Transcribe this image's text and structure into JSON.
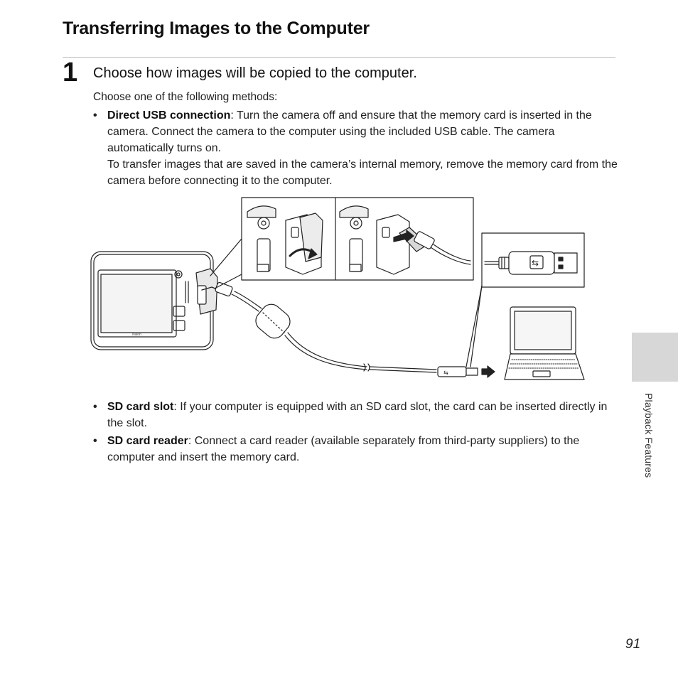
{
  "header": {
    "title": "Transferring Images to the Computer"
  },
  "step": {
    "number": "1",
    "text": "Choose how images will be copied to the computer.",
    "intro": "Choose one of the following methods:"
  },
  "bullets": [
    {
      "term": "Direct USB connection",
      "text": ": Turn the camera off and ensure that the memory card is inserted in the camera. Connect the camera to the computer using the included USB cable. The camera automatically turns on.",
      "note": "To transfer images that are saved in the camera’s internal memory, remove the memory card from the camera before connecting it to the computer."
    },
    {
      "term": "SD card slot",
      "text": ": If your computer is equipped with an SD card slot, the card can be inserted directly in the slot."
    },
    {
      "term": "SD card reader",
      "text": ": Connect a card reader (available separately from third-party suppliers) to the computer and insert the memory card."
    }
  ],
  "illustration": {
    "camera_brand": "Nikon"
  },
  "side_tab": {
    "label": "Playback Features"
  },
  "footer": {
    "page_number": "91"
  }
}
